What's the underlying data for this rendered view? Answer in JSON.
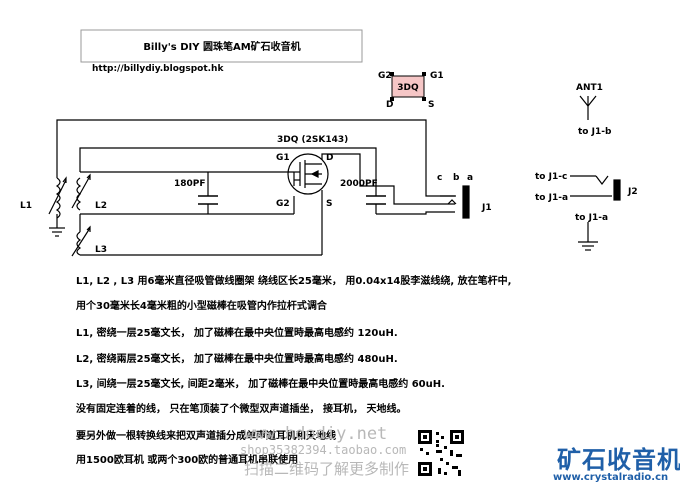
{
  "title": "Billy's DIY 圆珠笔AM矿石收音机",
  "url": "http://billydiy.blogspot.hk",
  "labels": {
    "pinout_g2": "G2",
    "pinout_g1": "G1",
    "pinout_d": "D",
    "pinout_s": "S",
    "pinout_part": "3DQ",
    "transistor": "3DQ (2SK143)",
    "t_g1": "G1",
    "t_d": "D",
    "t_g2": "G2",
    "t_s": "S",
    "cap1": "180PF",
    "cap2": "2000PF",
    "l1": "L1",
    "l2": "L2",
    "l3": "L3",
    "jack_c": "c",
    "jack_b": "b",
    "jack_a": "a",
    "j1": "J1",
    "ant": "ANT1",
    "to_j1b": "to J1-b",
    "to_j1c": "to J1-c",
    "to_j1a": "to J1-a",
    "j2": "J2",
    "to_j1a2": "to J1-a"
  },
  "notes": [
    "L1, L2 , L3 用6毫米直径吸管做线圈架 绕线区长25毫米， 用0.04x14股李滋线绕, 放在笔杆中,",
    "用个30毫米长4毫米粗的小型磁棒在吸管内作拉杆式调合",
    "L1, 密绕一层25毫文长， 加了磁棒在最中央位置時最高电感约 120uH.",
    "L2, 密绕兩层25毫文长， 加了磁棒在最中央位置時最高电感约 480uH.",
    "L3, 间绕一层25毫文长, 间距2毫米， 加了磁棒在最中央位置時最高电感约 60uH.",
    "没有固定连着的线， 只在笔顶装了个微型双声道插坐， 接耳机， 天地线。",
    "要另外做一根转换线来把双声道插分成单声道耳机和天地线",
    "用1500欧耳机 或两个300欧的普通耳机串联使用"
  ],
  "watermark": {
    "line1": "www.hdodiy.net",
    "line2": "shop35382394.taobao.com",
    "line3": "扫描二维码了解更多制作"
  },
  "logo": {
    "title": "矿石收音机",
    "url": "www.crystalradio.cn"
  }
}
